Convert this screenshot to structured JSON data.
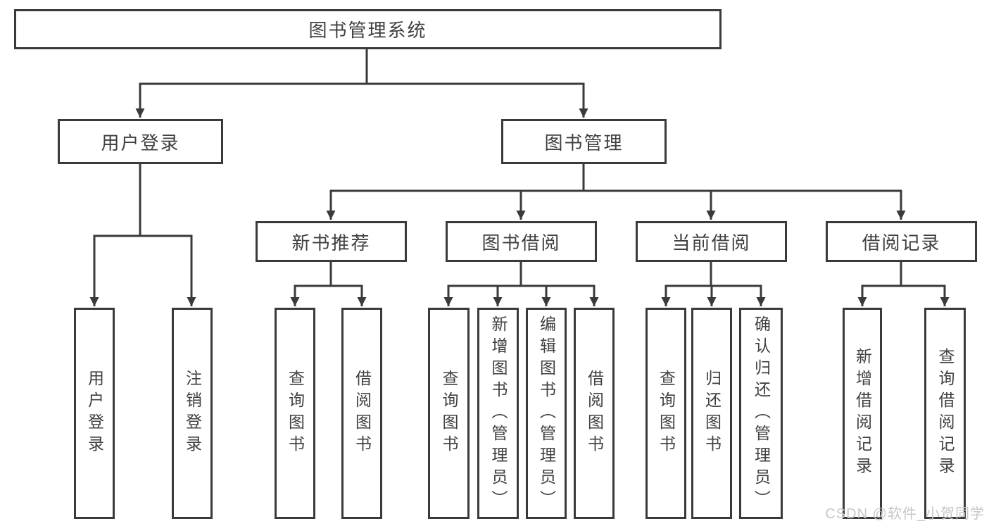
{
  "diagram": {
    "type": "hierarchy-tree",
    "root": {
      "label": "图书管理系统"
    },
    "level2": [
      {
        "label": "用户登录",
        "parent": "图书管理系统"
      },
      {
        "label": "图书管理",
        "parent": "图书管理系统"
      }
    ],
    "level3": [
      {
        "label": "新书推荐",
        "parent": "图书管理"
      },
      {
        "label": "图书借阅",
        "parent": "图书管理"
      },
      {
        "label": "当前借阅",
        "parent": "图书管理"
      },
      {
        "label": "借阅记录",
        "parent": "图书管理"
      }
    ],
    "leaves": [
      {
        "label": "用户登录",
        "parent": "用户登录"
      },
      {
        "label": "注销登录",
        "parent": "用户登录"
      },
      {
        "label": "查询图书",
        "parent": "新书推荐"
      },
      {
        "label": "借阅图书",
        "parent": "新书推荐"
      },
      {
        "label": "查询图书",
        "parent": "图书借阅"
      },
      {
        "label": "新增图书（管理员）",
        "parent": "图书借阅"
      },
      {
        "label": "编辑图书（管理员）",
        "parent": "图书借阅"
      },
      {
        "label": "借阅图书",
        "parent": "图书借阅"
      },
      {
        "label": "查询图书",
        "parent": "当前借阅"
      },
      {
        "label": "归还图书",
        "parent": "当前借阅"
      },
      {
        "label": "确认归还（管理员）",
        "parent": "当前借阅"
      },
      {
        "label": "新增借阅记录",
        "parent": "借阅记录"
      },
      {
        "label": "查询借阅记录",
        "parent": "借阅记录"
      }
    ]
  },
  "watermark": {
    "text": "CSDN @软件_小贺同学"
  },
  "colors": {
    "line": "#3a3a3a",
    "box_border": "#3a3a3a",
    "text": "#404040",
    "background": "#ffffff",
    "watermark": "#c7c7c7"
  }
}
